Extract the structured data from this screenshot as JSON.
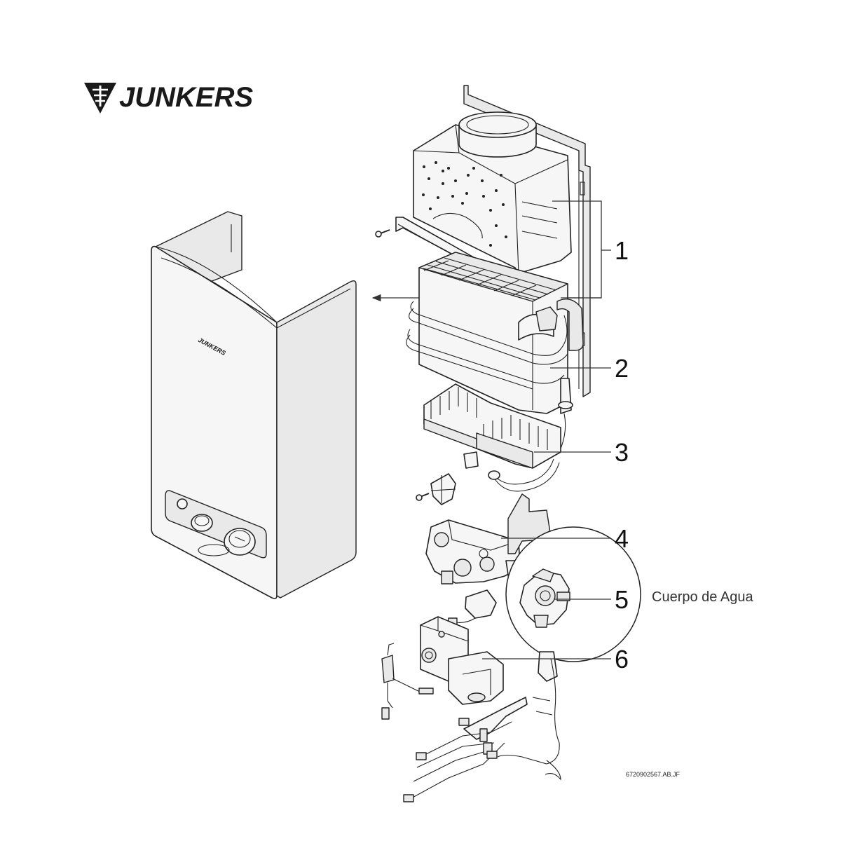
{
  "brand": {
    "name": "JUNKERS",
    "cover_logo_text": "JUNKERS"
  },
  "callouts": [
    {
      "number": "1"
    },
    {
      "number": "2"
    },
    {
      "number": "3"
    },
    {
      "number": "4"
    },
    {
      "number": "5",
      "label": "Cuerpo de Agua"
    },
    {
      "number": "6"
    }
  ],
  "drawing_code": "6720902567.AB.JF"
}
